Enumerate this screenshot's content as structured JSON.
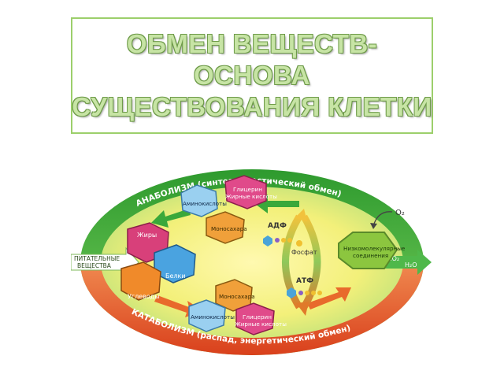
{
  "title": {
    "line1": "ОБМЕН ВЕЩЕСТВ-",
    "line2": "ОСНОВА",
    "line3": "СУЩЕСТВОВАНИЯ КЛЕТКИ"
  },
  "diagram": {
    "anabolism_label": "АНАБОЛИЗМ (синтез, пластический обмен)",
    "catabolism_label": "КАТАБОЛИЗМ (распад, энергетический обмен)",
    "input_label_1": "ПИТАТЕЛЬНЫЕ",
    "input_label_2": "ВЕЩЕСТВА",
    "oxygen": "O₂",
    "co2": "CO₂",
    "h2o": "H₂O",
    "adp": "АДФ",
    "atp": "АТФ",
    "phosphate": "Фосфат",
    "low_mol_1": "Низкомолекулярные",
    "low_mol_2": "соединения",
    "fats": "Жиры",
    "proteins": "Белки",
    "carbs": "Углеводы",
    "top": {
      "amino": "Аминокислоты",
      "glycerin_1": "Глицерин",
      "glycerin_2": "Жирные кислоты",
      "mono": "Моносахара"
    },
    "bottom": {
      "amino": "Аминокислоты",
      "glycerin_1": "Глицерин",
      "glycerin_2": "Жирные кислоты",
      "mono": "Моносахара"
    }
  },
  "colors": {
    "title_fill": "#c7e4a5",
    "title_outline": "#6d9a48",
    "anabolism_band": "#3aa83a",
    "catabolism_band": "#e2572a"
  }
}
